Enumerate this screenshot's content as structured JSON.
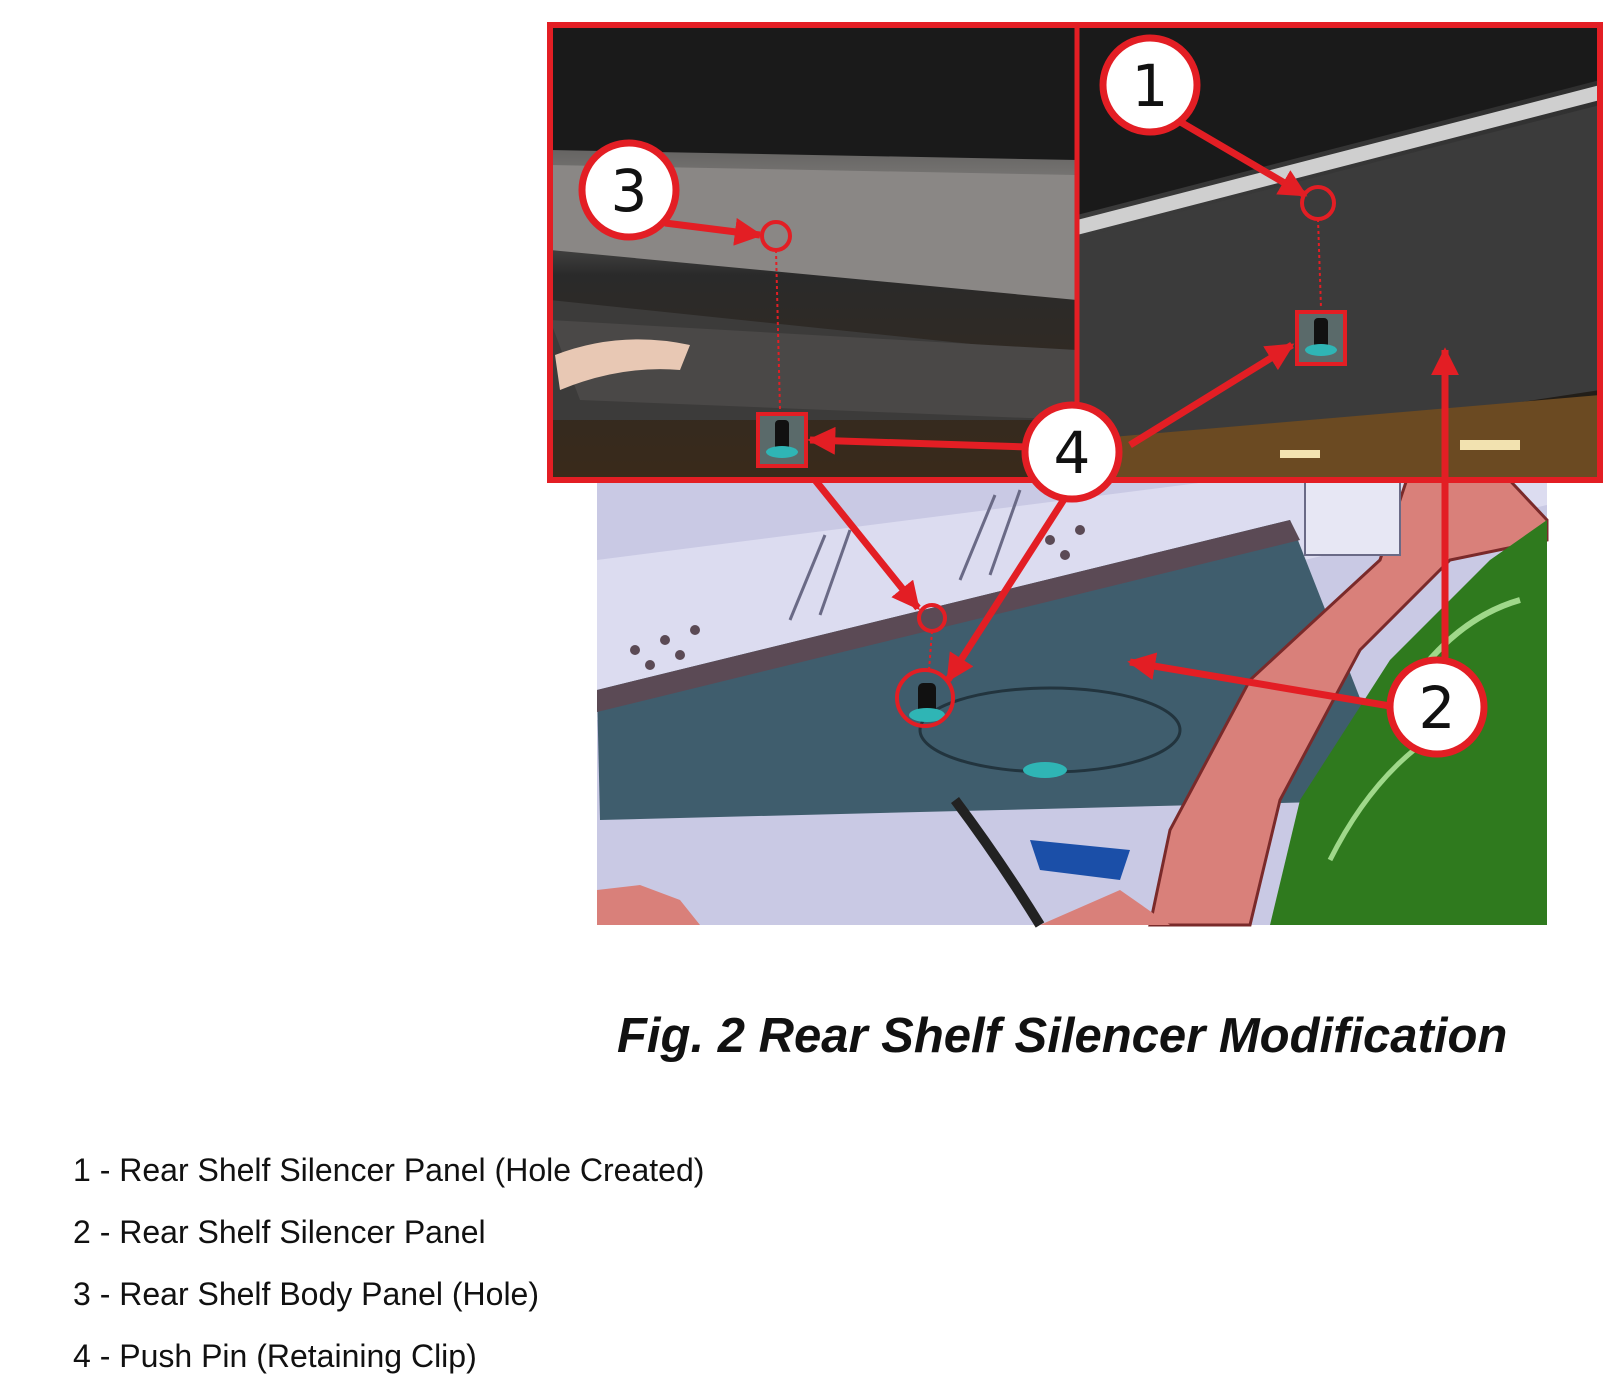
{
  "colors": {
    "callout_red": "#e31e24",
    "cad_panel_lavender": "#d8d8ee",
    "cad_silencer_slate": "#3d5b6b",
    "cad_body_salmon": "#d77a70",
    "cad_wheelhouse_green": "#2f7a1e"
  },
  "figure": {
    "callouts": [
      {
        "number": "1"
      },
      {
        "number": "2"
      },
      {
        "number": "3"
      },
      {
        "number": "4"
      }
    ]
  },
  "caption": "Fig. 2 Rear Shelf Silencer Modification",
  "legend": [
    {
      "text": "1 - Rear Shelf Silencer Panel (Hole Created)"
    },
    {
      "text": "2 - Rear Shelf Silencer Panel"
    },
    {
      "text": "3 - Rear Shelf Body Panel (Hole)"
    },
    {
      "text": "4 - Push Pin (Retaining Clip)"
    }
  ]
}
